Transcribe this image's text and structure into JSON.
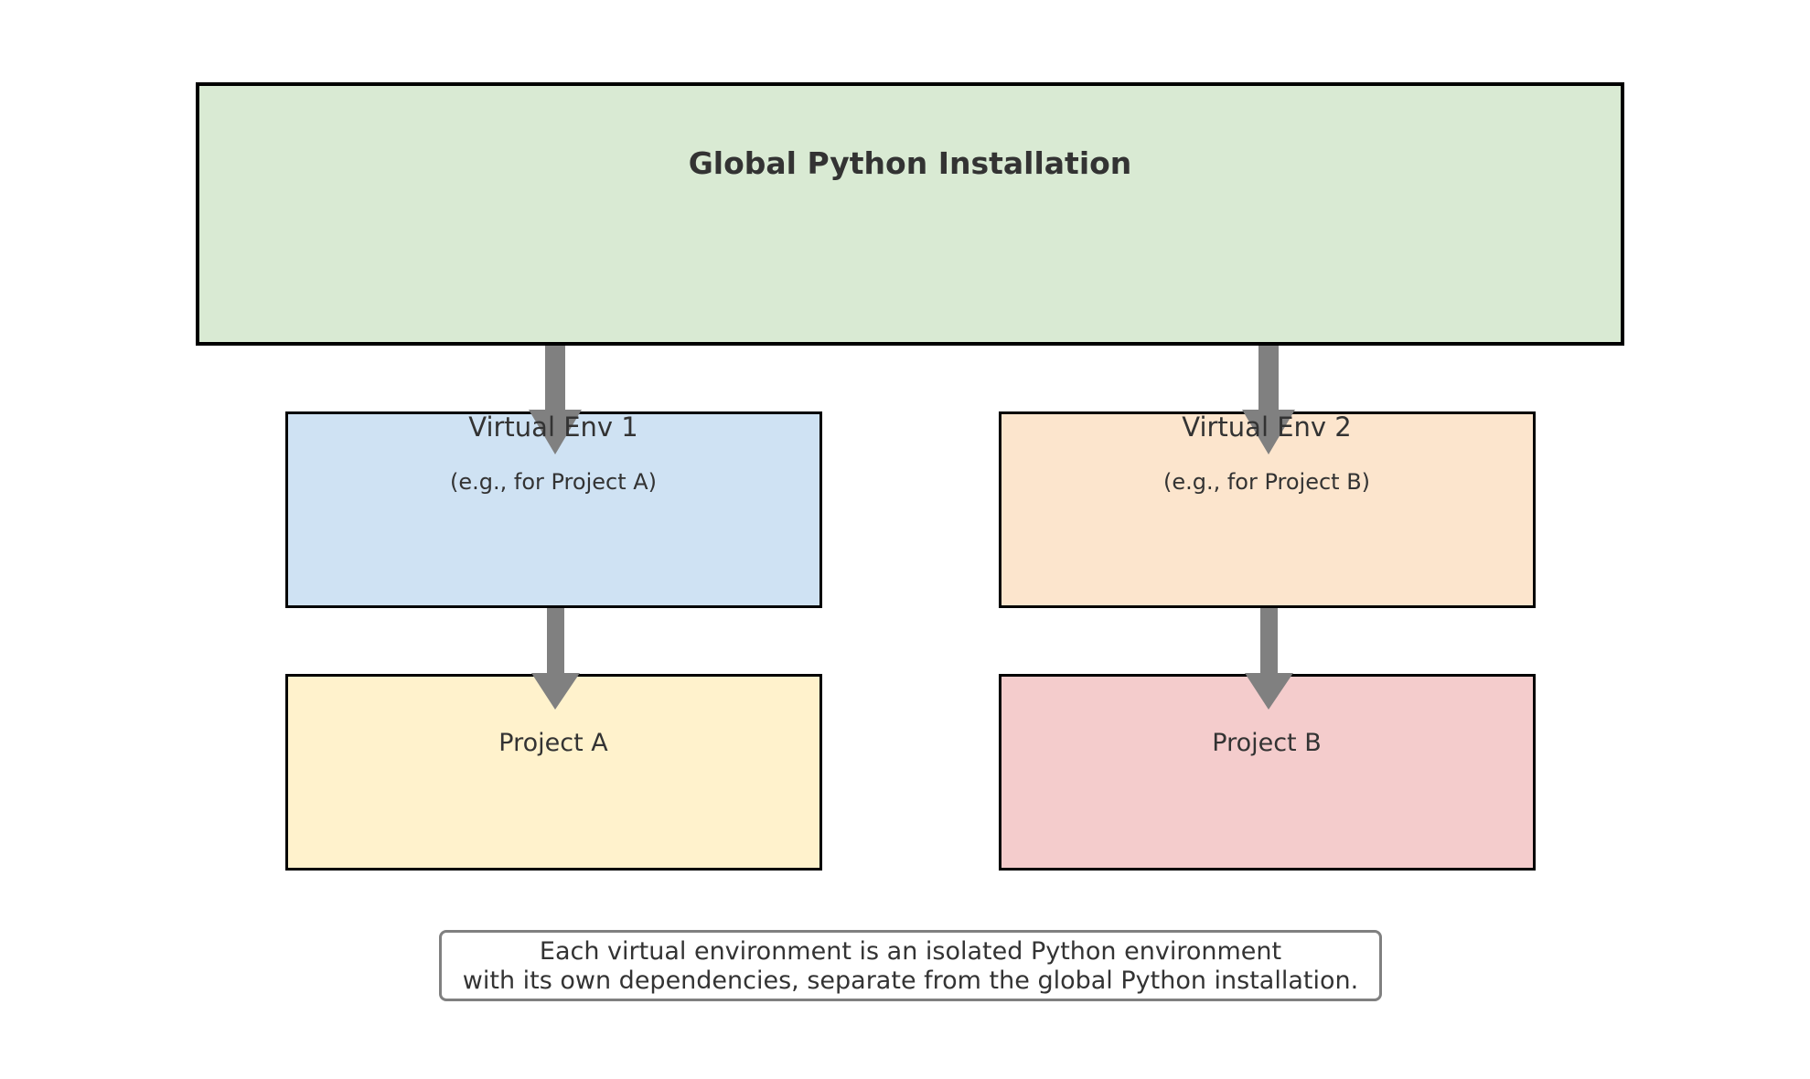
{
  "diagram": {
    "global": {
      "title": "Global Python Installation",
      "fill": "#d9ead3"
    },
    "venv1": {
      "title": "Virtual Env 1",
      "subtitle": "(e.g., for Project A)",
      "fill": "#cfe2f3"
    },
    "venv2": {
      "title": "Virtual Env 2",
      "subtitle": "(e.g., for Project B)",
      "fill": "#fce5cd"
    },
    "project_a": {
      "title": "Project A",
      "fill": "#fff2cc"
    },
    "project_b": {
      "title": "Project B",
      "fill": "#f4cccc"
    },
    "arrow_color": "#808080",
    "caption": {
      "line1": "Each virtual environment is an isolated Python environment",
      "line2": "with its own dependencies, separate from the global Python installation."
    }
  }
}
